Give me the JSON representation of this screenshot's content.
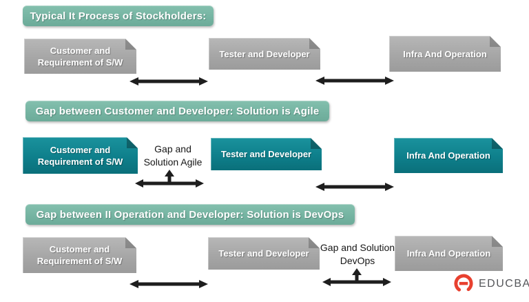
{
  "colors": {
    "header_bg": "#74b3a1",
    "teal_box": "#0e7f8b",
    "gray_box": "#a6a6a6",
    "arrow": "#1e1e1e",
    "logo_red": "#e8402f",
    "logo_text_color": "#55565a"
  },
  "sections": [
    {
      "title": "Typical It Process of Stockholders:",
      "boxes": [
        {
          "label": "Customer and Requirement of S/W"
        },
        {
          "label": "Tester and Developer"
        },
        {
          "label": "Infra And Operation"
        }
      ]
    },
    {
      "title": "Gap between Customer and Developer: Solution is Agile",
      "gap_label": "Gap and Solution Agile",
      "boxes": [
        {
          "label": "Customer and Requirement of S/W"
        },
        {
          "label": "Tester and Developer"
        },
        {
          "label": "Infra And Operation"
        }
      ]
    },
    {
      "title": "Gap between II Operation and Developer: Solution is DevOps",
      "gap_label": "Gap and Solution DevOps",
      "boxes": [
        {
          "label": "Customer and Requirement of S/W"
        },
        {
          "label": "Tester and Developer"
        },
        {
          "label": "Infra And Operation"
        }
      ]
    }
  ],
  "logo": {
    "brand": "EDUCBA"
  }
}
